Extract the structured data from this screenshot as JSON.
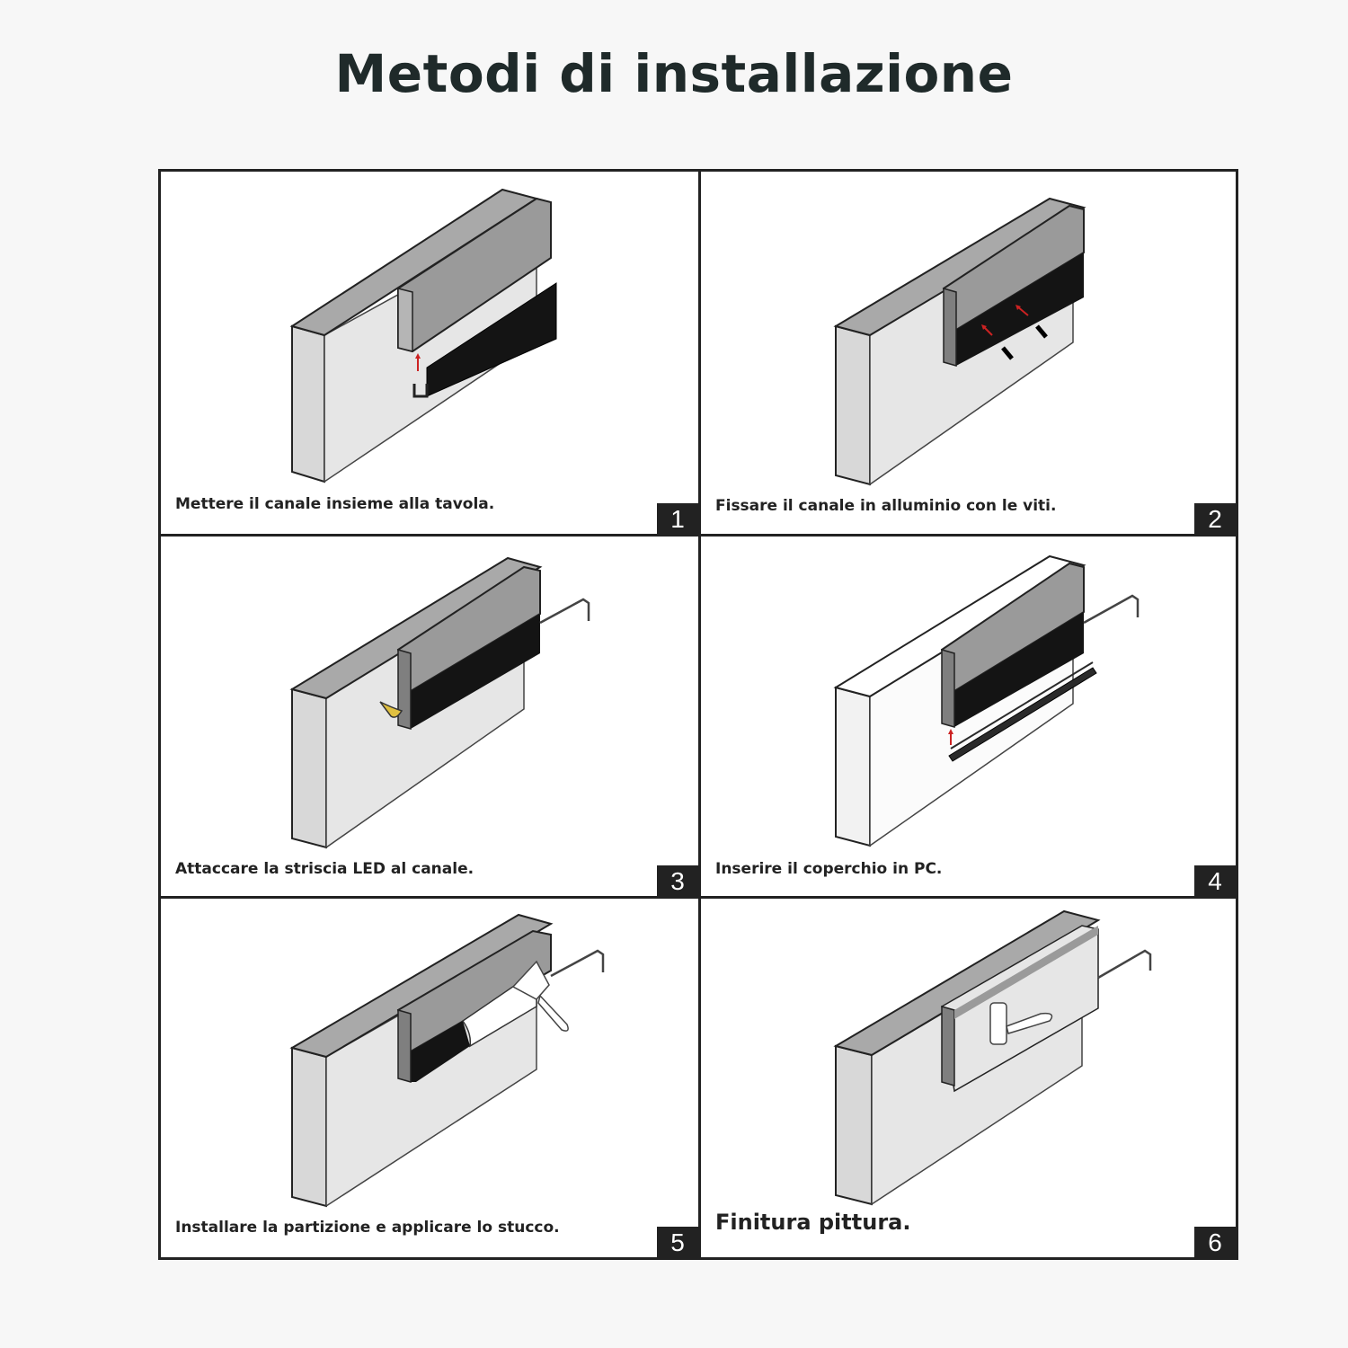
{
  "page": {
    "title": "Metodi di installazione"
  },
  "steps": [
    {
      "number": "1",
      "caption": "Mettere il canale insieme alla tavola."
    },
    {
      "number": "2",
      "caption": "Fissare il canale in alluminio con le viti."
    },
    {
      "number": "3",
      "caption": "Attaccare la striscia LED al canale."
    },
    {
      "number": "4",
      "caption": "Inserire il coperchio in PC."
    },
    {
      "number": "5",
      "caption": "Installare la partizione e applicare lo stucco."
    },
    {
      "number": "6",
      "caption": "Finitura pittura."
    }
  ],
  "colors": {
    "frame": "#222222",
    "board": "#e2e2e2",
    "board_top": "#a9a9a9",
    "channel": "#9a9a9a",
    "strip": "#141414",
    "arrow": "#cc2222",
    "led_yellow": "#e0c040"
  }
}
